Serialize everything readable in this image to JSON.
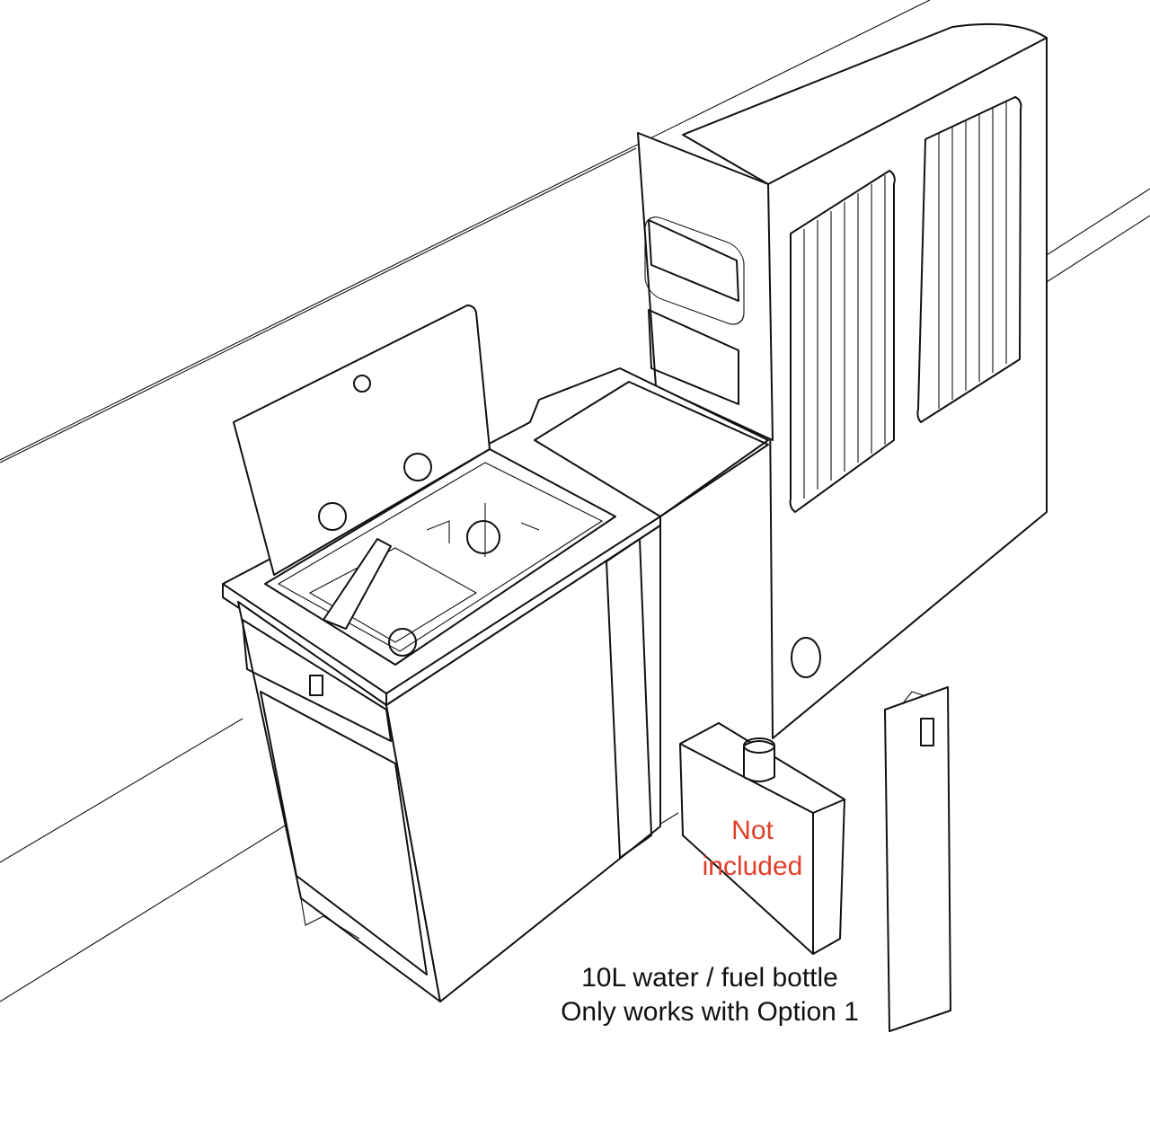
{
  "annotation": {
    "not_included_line1": "Not",
    "not_included_line2": "included",
    "not_included_color": "#e0402a"
  },
  "caption": {
    "line1": "10L water / fuel bottle",
    "line2": "Only works with Option 1"
  }
}
